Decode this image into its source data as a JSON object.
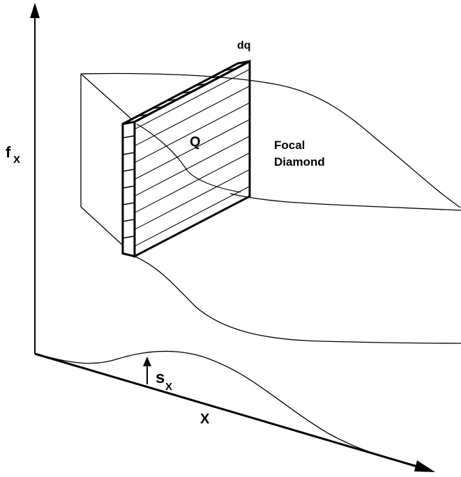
{
  "labels": {
    "y_axis": "f",
    "y_axis_sub": "X",
    "x_axis": "X",
    "source": "s",
    "source_sub": "X",
    "slab_top": "dq",
    "slab_center": "Q",
    "focal_line1": "Focal",
    "focal_line2": "Diamond"
  },
  "colors": {
    "ink": "#000000",
    "paper": "#ffffff"
  }
}
